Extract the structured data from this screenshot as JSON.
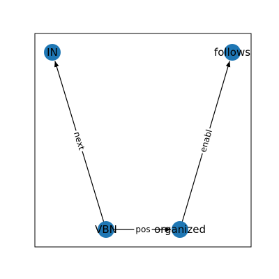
{
  "graph": {
    "nodes": [
      {
        "id": "IN",
        "label": "IN"
      },
      {
        "id": "follows",
        "label": "follows"
      },
      {
        "id": "VBN",
        "label": "VBN"
      },
      {
        "id": "organized",
        "label": "organized"
      }
    ],
    "edges": [
      {
        "from": "VBN",
        "to": "IN",
        "label": "next"
      },
      {
        "from": "organized",
        "to": "follows",
        "label": "enabl"
      },
      {
        "from": "VBN",
        "to": "organized",
        "label": "pos"
      }
    ]
  },
  "colors": {
    "node": "#1f77b4",
    "edge": "#000000",
    "background": "#ffffff"
  }
}
